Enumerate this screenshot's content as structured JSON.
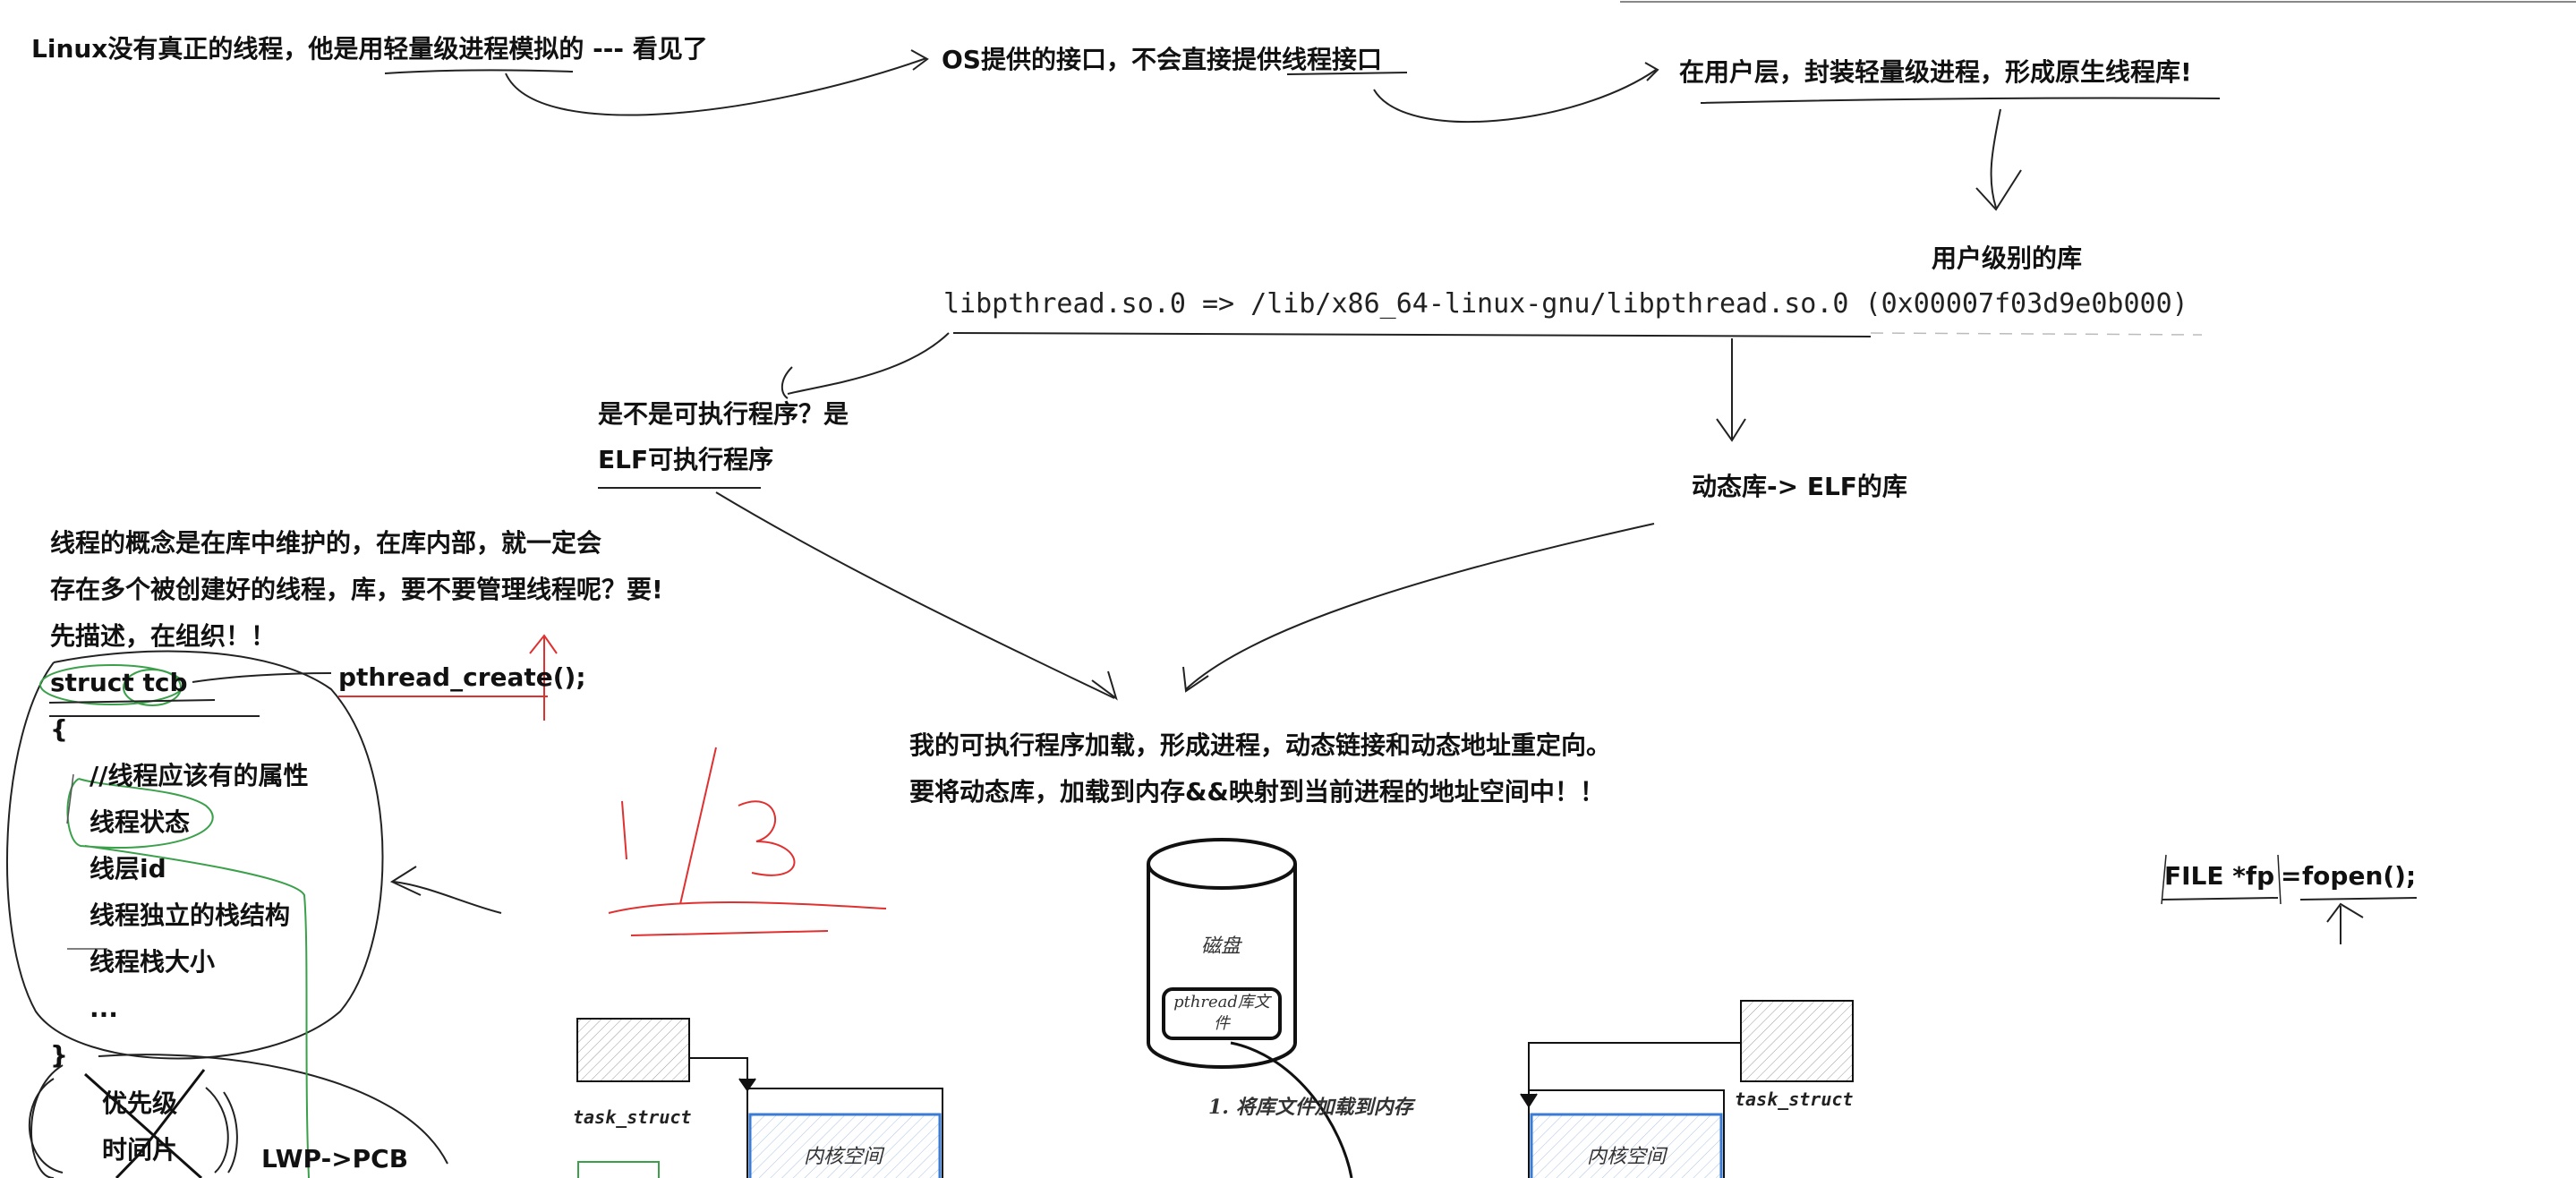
{
  "colors": {
    "ink": "#111111",
    "red_mark": "#e03030",
    "green_mark": "#3aa04a",
    "blue_mark": "#3a7bd5",
    "kernel_fill": "#dbe7f6"
  },
  "top": {
    "linux_note": "Linux没有真正的线程，他是用轻量级进程模拟的 --- 看见了",
    "os_note": "OS提供的接口，不会直接提供线程接口",
    "user_layer_note": "在用户层，封装轻量级进程，形成原生线程库!"
  },
  "lib": {
    "user_level_label": "用户级别的库",
    "ldd_line": "libpthread.so.0 => /lib/x86_64-linux-gnu/libpthread.so.0 (0x00007f03d9e0b000)",
    "exec_q1": "是不是可执行程序？是",
    "exec_q2": "ELF可执行程序",
    "dyn_lib": "动态库-> ELF的库"
  },
  "concept": {
    "line1": "线程的概念是在库中维护的，在库内部，就一定会",
    "line2": "存在多个被创建好的线程，库，要不要管理线程呢？要!",
    "line3": "先描述，在组织！！"
  },
  "tcb": {
    "struct_label": "struct tcb",
    "open_brace": "{",
    "comment": "//线程应该有的属性",
    "fields": [
      "线程状态",
      "线层id",
      "线程独立的栈结构",
      "线程栈大小",
      "..."
    ],
    "close_brace": "}",
    "crossed": [
      "优先级",
      "时间片"
    ],
    "lwp": "LWP->PCB"
  },
  "pthread_create": "pthread_create();",
  "load": {
    "line1": "我的可执行程序加载，形成进程，动态链接和动态地址重定向。",
    "line2": "要将动态库，加载到内存&&映射到当前进程的地址空间中！！"
  },
  "disk": {
    "label": "磁盘",
    "file_label": "pthread库文件",
    "step1": "1. 将库文件加载到内存"
  },
  "procs": {
    "task_struct_left": "task_struct",
    "task_struct_right": "task_struct",
    "kernel_left": "内核空间",
    "kernel_right": "内核空间"
  },
  "file_note": {
    "file_ptr": "FILE *fp",
    "eq": "=",
    "fopen": "fopen();"
  },
  "red_scribble": "1/3"
}
